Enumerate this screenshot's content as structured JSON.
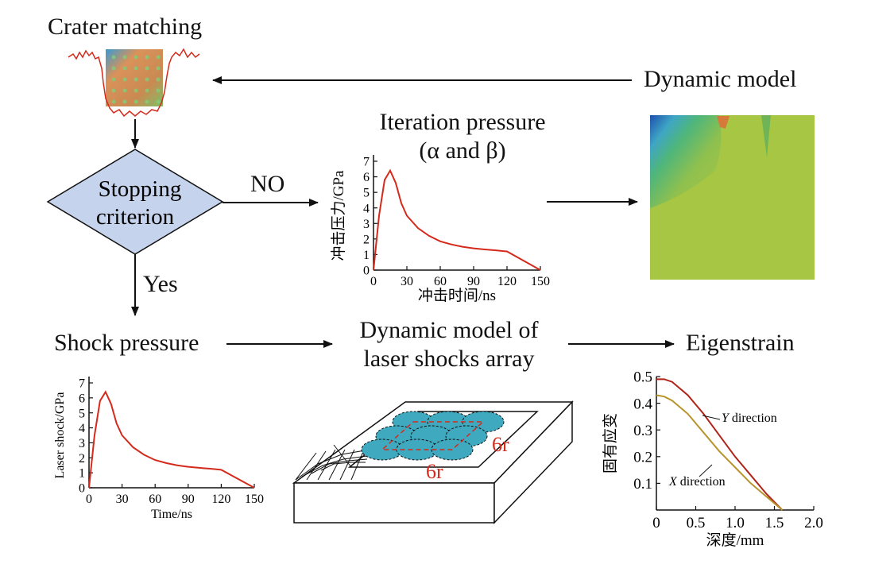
{
  "labels": {
    "crater_matching": "Crater matching",
    "dynamic_model": "Dynamic model",
    "iteration_pressure_line1": "Iteration pressure",
    "iteration_pressure_line2": "(α and β)",
    "stopping_line1": "Stopping",
    "stopping_line2": "criterion",
    "no": "NO",
    "yes": "Yes",
    "shock_pressure": "Shock pressure",
    "array_line1": "Dynamic model of",
    "array_line2": "laser shocks array",
    "eigenstrain": "Eigenstrain",
    "six_r_a": "6r",
    "six_r_b": "6r"
  },
  "colors": {
    "curve_red": "#d42a1c",
    "diamond_fill": "#c6d3ec",
    "circle_fill": "#3fa9bf",
    "y_dir": "#b02418",
    "x_dir": "#b8942a"
  },
  "chart_data": [
    {
      "type": "line",
      "xlabel": "冲击时间/ns",
      "ylabel": "冲击压力/GPa",
      "xticks": [
        "0",
        "30",
        "60",
        "90",
        "120",
        "150"
      ],
      "yticks": [
        "0",
        "1",
        "2",
        "3",
        "4",
        "5",
        "6",
        "7"
      ],
      "xlim": [
        0,
        150
      ],
      "ylim": [
        0,
        7
      ],
      "series": [
        {
          "x": [
            0,
            5,
            10,
            15,
            20,
            25,
            30,
            40,
            50,
            60,
            70,
            80,
            90,
            100,
            110,
            120,
            150
          ],
          "y": [
            0,
            3.5,
            5.8,
            6.4,
            5.6,
            4.3,
            3.5,
            2.7,
            2.2,
            1.85,
            1.65,
            1.5,
            1.4,
            1.33,
            1.27,
            1.2,
            0
          ]
        }
      ]
    },
    {
      "type": "line",
      "xlabel": "Time/ns",
      "ylabel": "Laser shock/GPa",
      "xticks": [
        "0",
        "30",
        "60",
        "90",
        "120",
        "150"
      ],
      "yticks": [
        "0",
        "1",
        "2",
        "3",
        "4",
        "5",
        "6",
        "7"
      ],
      "xlim": [
        0,
        150
      ],
      "ylim": [
        0,
        7
      ],
      "series": [
        {
          "x": [
            0,
            5,
            10,
            15,
            20,
            25,
            30,
            40,
            50,
            60,
            70,
            80,
            90,
            100,
            110,
            120,
            150
          ],
          "y": [
            0,
            3.5,
            5.8,
            6.4,
            5.6,
            4.3,
            3.5,
            2.7,
            2.2,
            1.85,
            1.65,
            1.5,
            1.4,
            1.33,
            1.27,
            1.2,
            0
          ]
        }
      ]
    },
    {
      "type": "line",
      "xlabel": "深度/mm",
      "ylabel": "固有应变",
      "xticks": [
        "0",
        "0.5",
        "1.0",
        "1.5",
        "2.0"
      ],
      "yticks": [
        "0.1",
        "0.2",
        "0.3",
        "0.4",
        "0.5"
      ],
      "xlim": [
        0,
        2.0
      ],
      "ylim": [
        0,
        0.5
      ],
      "series": [
        {
          "name": "Y direction",
          "x": [
            0,
            0.1,
            0.2,
            0.4,
            0.6,
            0.8,
            1.0,
            1.2,
            1.4,
            1.6
          ],
          "y": [
            0.49,
            0.49,
            0.48,
            0.43,
            0.36,
            0.28,
            0.2,
            0.13,
            0.06,
            0.0
          ]
        },
        {
          "name": "X direction",
          "x": [
            0,
            0.1,
            0.2,
            0.4,
            0.6,
            0.8,
            1.0,
            1.2,
            1.4,
            1.6
          ],
          "y": [
            0.43,
            0.425,
            0.41,
            0.36,
            0.29,
            0.22,
            0.16,
            0.1,
            0.05,
            0.0
          ]
        }
      ],
      "series_labels": {
        "y_italic": "Y",
        "y_rest": " direction",
        "x_italic": "X",
        "x_rest": " direction"
      }
    }
  ]
}
